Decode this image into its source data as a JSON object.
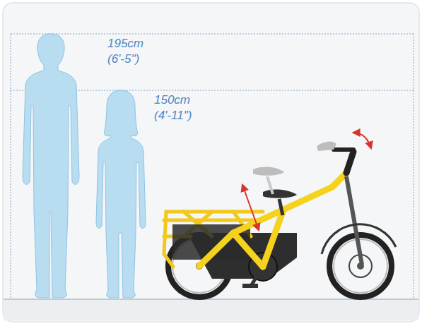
{
  "diagram": {
    "labels": [
      "195cm",
      "(6'-5\")",
      "150cm",
      "(4'-11\")"
    ]
  }
}
